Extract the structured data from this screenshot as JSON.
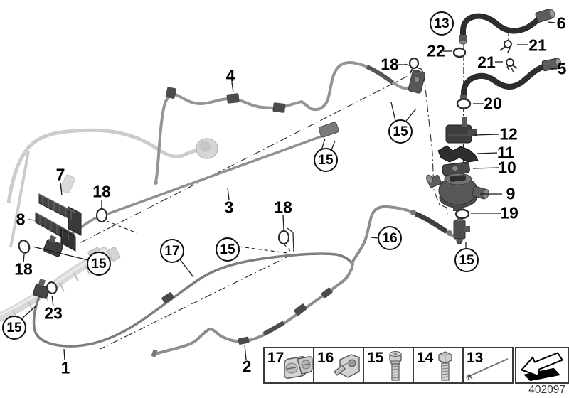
{
  "callouts": {
    "plain": [
      "4",
      "18",
      "22",
      "6",
      "21",
      "21",
      "5",
      "20",
      "12",
      "11",
      "10",
      "9",
      "19",
      "7",
      "18",
      "8",
      "3",
      "18",
      "18",
      "23",
      "1",
      "2"
    ],
    "circled": [
      "13",
      "15",
      "15",
      "17",
      "15",
      "15",
      "15",
      "16",
      "15"
    ]
  },
  "legend": {
    "items": [
      {
        "number": "17",
        "icon": "double-pipe-clamp-icon"
      },
      {
        "number": "16",
        "icon": "pipe-clamp-icon"
      },
      {
        "number": "15",
        "icon": "socket-head-screw-icon"
      },
      {
        "number": "14",
        "icon": "hex-bolt-icon"
      },
      {
        "number": "13",
        "icon": "locking-pin-icon"
      }
    ],
    "arrow_icon": "direction-arrow-icon"
  },
  "part_number": "402097",
  "colors": {
    "hose_dark": "#2d2d2d",
    "tube_gray": "#8e8e8e",
    "faded_gray": "#cfcfcf",
    "clamp_dark": "#4a4a4a",
    "background": "#ffffff"
  }
}
